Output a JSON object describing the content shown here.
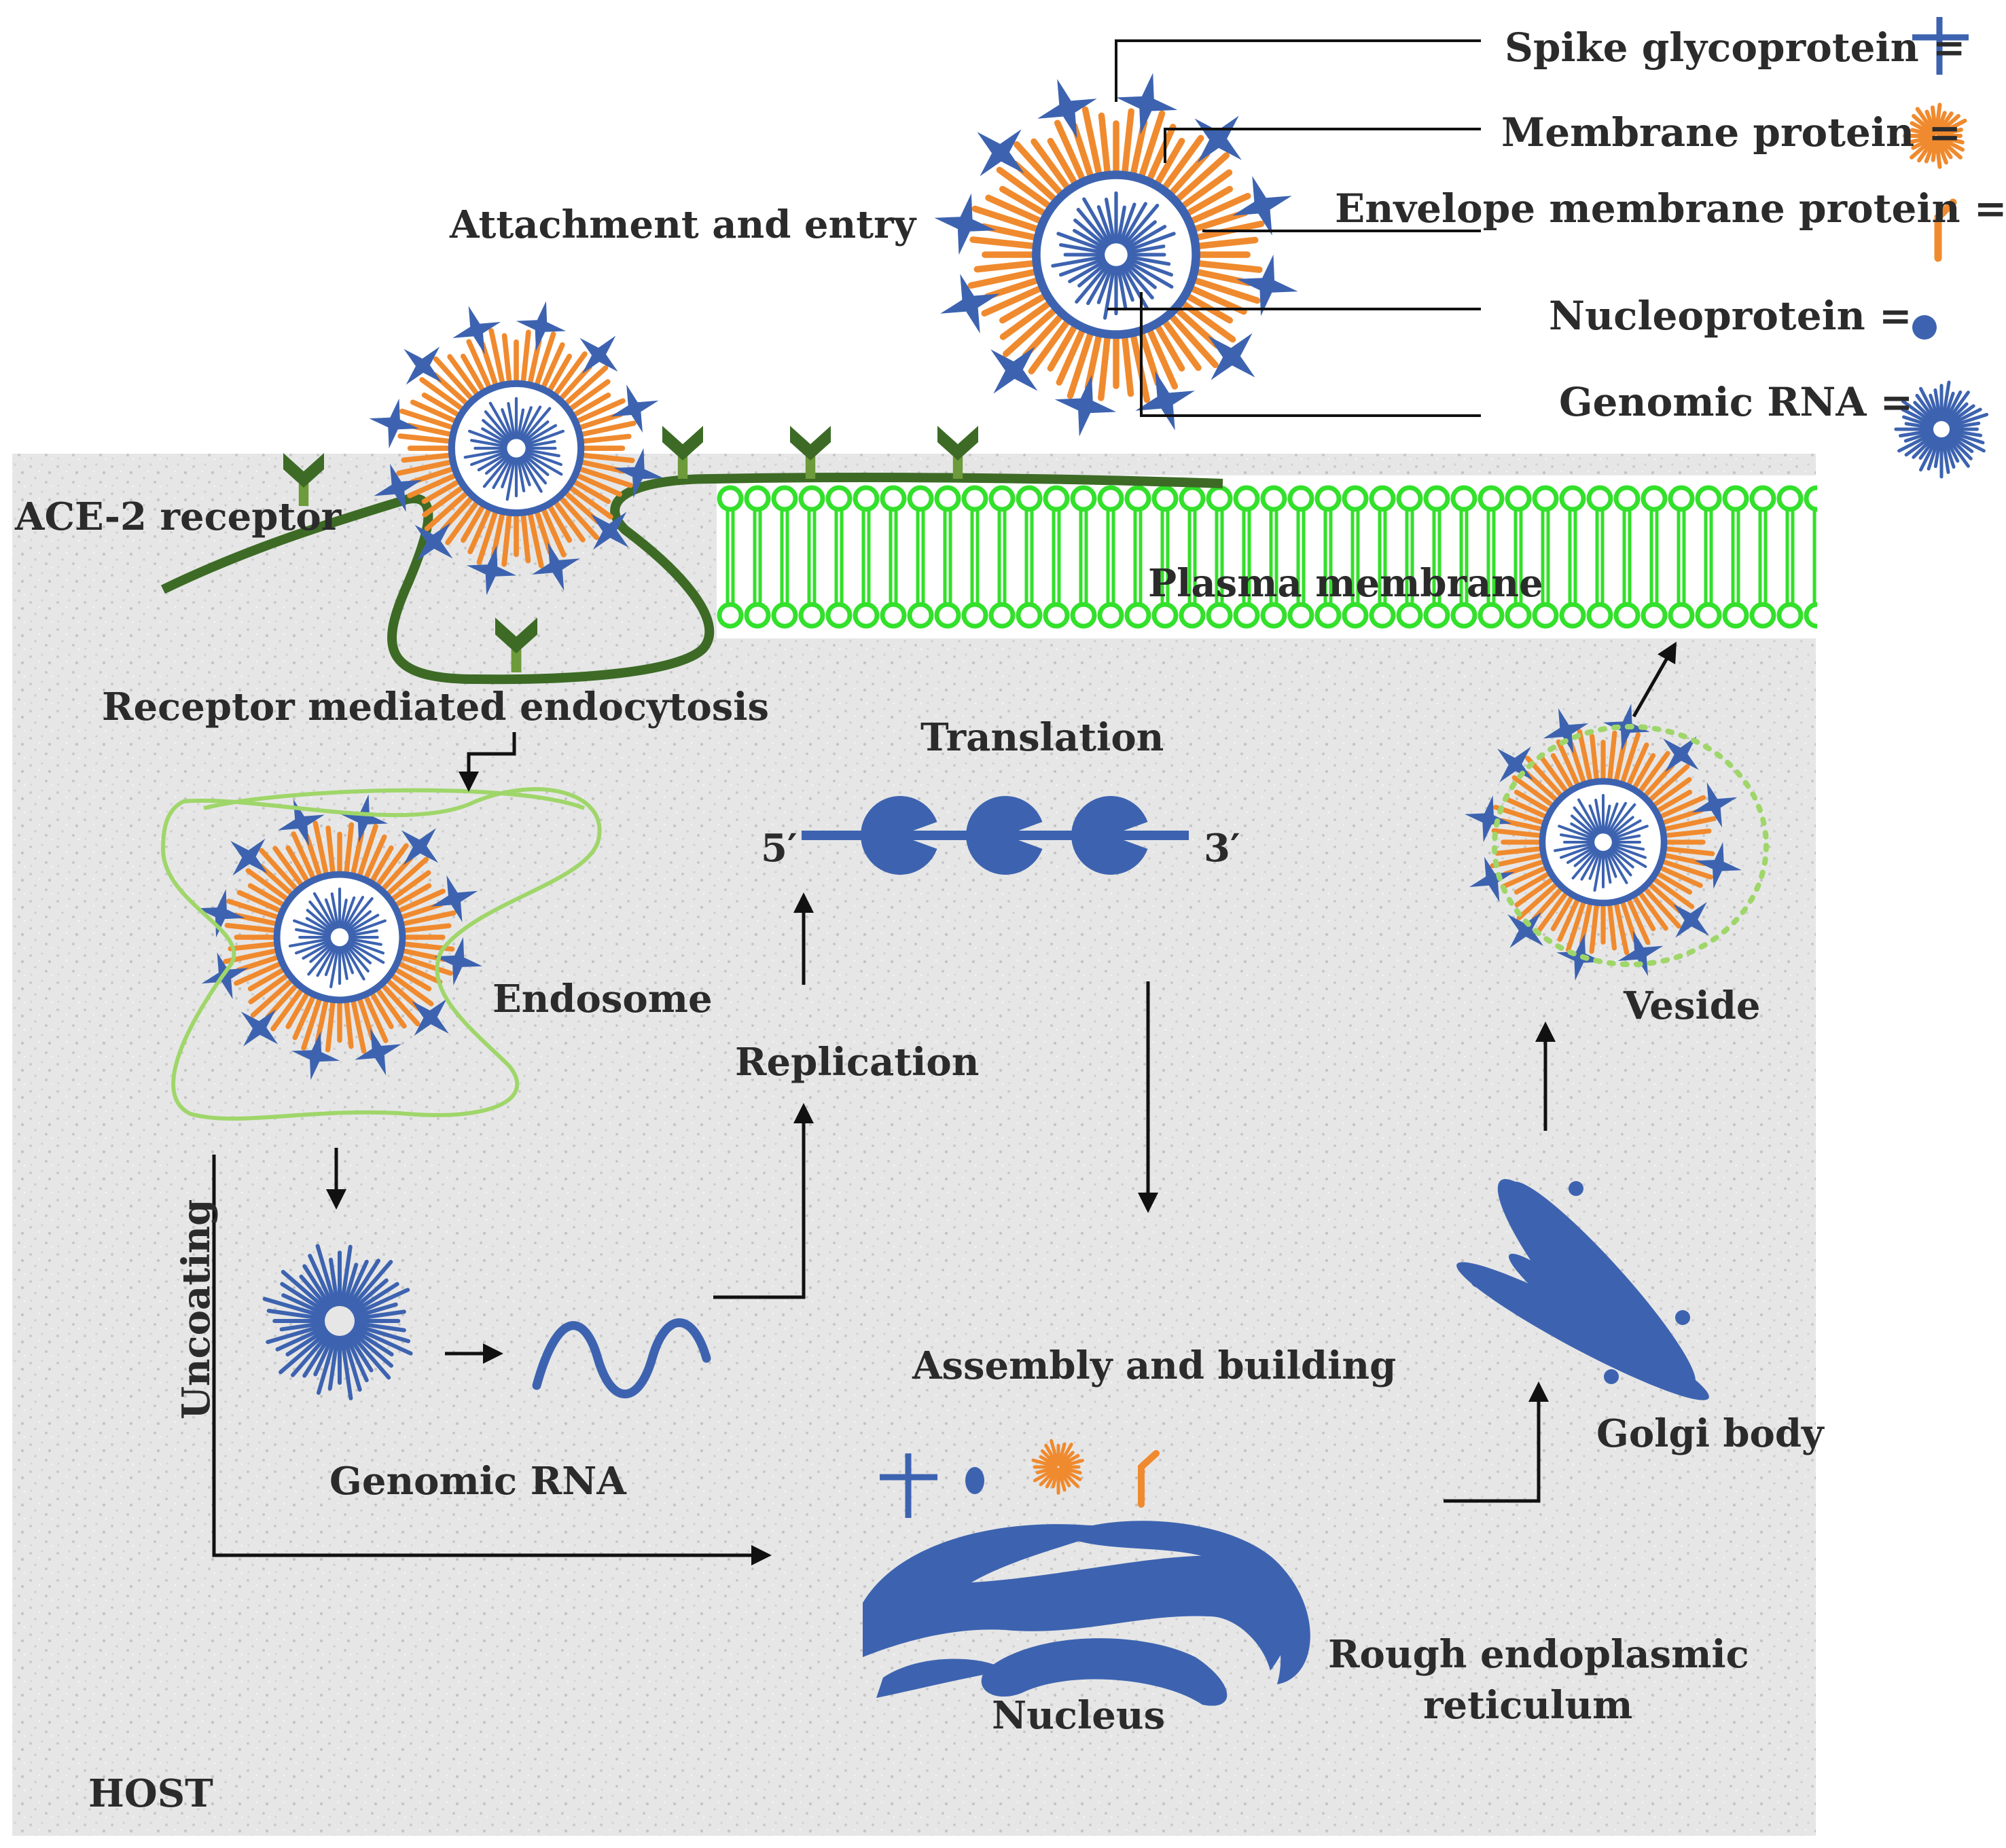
{
  "legend": {
    "spike": "Spike glycoprotein =",
    "membrane": "Membrane protein =",
    "envelope": "Envelope membrane protein =",
    "nucleoprotein": "Nucleoprotein =",
    "genomic_rna": "Genomic RNA ="
  },
  "labels": {
    "attachment": "Attachment and entry",
    "ace2": "ACE-2 receptor",
    "plasma_membrane": "Plasma membrane",
    "endocytosis": "Receptor mediated endocytosis",
    "translation": "Translation",
    "five_prime": "5′",
    "three_prime": "3′",
    "endosome": "Endosome",
    "replication": "Replication",
    "vesicle": "Veside",
    "uncoating": "Uncoating",
    "genomic_rna": "Genomic RNA",
    "assembly": "Assembly and building",
    "golgi": "Golgi body",
    "rer_line1": "Rough endoplasmic",
    "rer_line2": "reticulum",
    "nucleus": "Nucleus",
    "host": "HOST"
  },
  "colors": {
    "cell_bg": "#e9e9e9",
    "viral_blue": "#3d63b0",
    "orange": "#f08a2e",
    "membrane_green": "#33e02b",
    "receptor_green": "#3d6b26",
    "endosome_green": "#9fd66a",
    "arrow": "#111111"
  }
}
